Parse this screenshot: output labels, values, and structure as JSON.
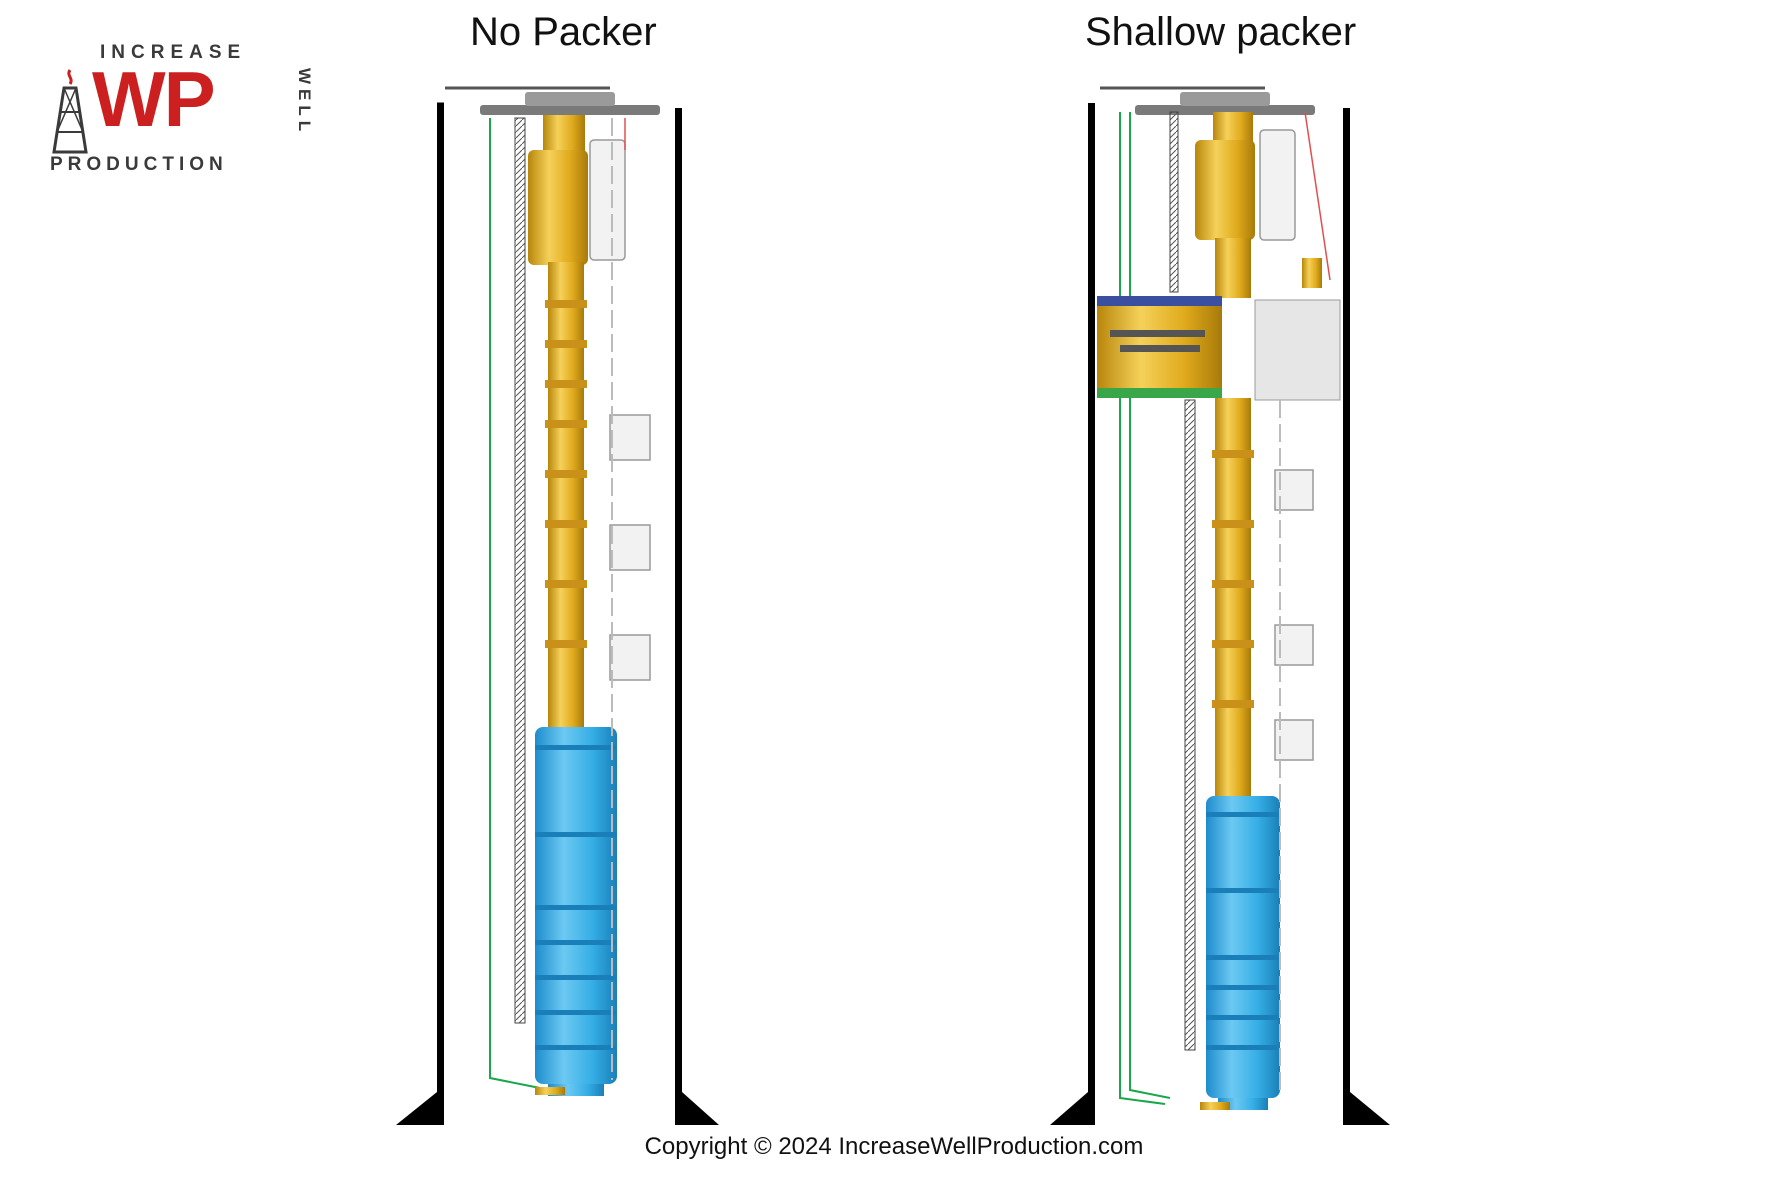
{
  "logo": {
    "top_text": "INCREASE",
    "main_text": "WP",
    "side_text": "WELL",
    "bottom_text": "PRODUCTION"
  },
  "panels": [
    {
      "title": "No Packer"
    },
    {
      "title": "Shallow packer"
    }
  ],
  "footer": {
    "copyright": "Copyright © 2024 IncreaseWellProduction.com"
  },
  "colors": {
    "tubing": "#e8b422",
    "motor": "#35aee6",
    "casing": "#000000",
    "cable": "#1aa64a",
    "logo_red": "#cc1f1f"
  }
}
